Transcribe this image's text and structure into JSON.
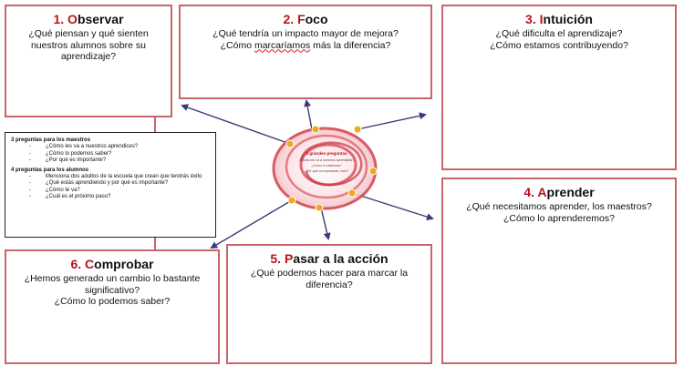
{
  "boxes": {
    "observar": {
      "number": "1.",
      "first": "O",
      "rest": "bservar",
      "lines": [
        "¿Qué piensan y qué sienten",
        "nuestros alumnos sobre su",
        "aprendizaje?"
      ]
    },
    "foco": {
      "number": "2.",
      "first": "F",
      "rest": "oco",
      "line1": "¿Qué tendría un impacto mayor de mejora?",
      "line2_pre": "¿Cómo ",
      "line2_mark": "marcaríamos",
      "line2_post": " más la diferencia?"
    },
    "intuicion": {
      "number": "3.",
      "first": "I",
      "rest": "ntuición",
      "lines": [
        "¿Qué dificulta el aprendizaje?",
        "¿Cómo estamos contribuyendo?"
      ]
    },
    "aprender": {
      "number": "4.",
      "first": "A",
      "rest": "prender",
      "lines": [
        "¿Qué necesitamos aprender, los maestros?",
        "¿Cómo lo aprenderemos?"
      ]
    },
    "accion": {
      "number": "5.",
      "first": "P",
      "rest": "asar a la acción",
      "lines": [
        "¿Qué podemos hacer para marcar la",
        "diferencia?"
      ]
    },
    "comprobar": {
      "number": "6.",
      "first": "C",
      "rest": "omprobar",
      "lines": [
        "¿Hemos generado un cambio lo bastante",
        "significativo?",
        "¿Cómo lo podemos saber?"
      ]
    }
  },
  "questions": {
    "teachers_heading": "3 preguntas para los maestros",
    "teachers": [
      "¿Cómo les va a nuestros aprendices?",
      "¿Cómo lo podemos saber?",
      "¿Por qué es importante?"
    ],
    "students_heading": "4 preguntas para los alumnos",
    "students": [
      "Menciona dos adultos de la escuela que crean que tendrás éxito",
      "¿Qué estás aprendiendo y por qué es importante?",
      "¿Cómo te va?",
      "¿Cuál es el próximo paso?"
    ]
  },
  "center": {
    "title": "3 grandes preguntas",
    "lines": [
      "¿Cómo les va a nuestros aprendices?",
      "¿Cómo lo sabemos?",
      "¿Por qué es importante, esto?"
    ]
  },
  "colors": {
    "accent": "#b8131b",
    "border": "#c9646b",
    "arrow": "#3b3a78",
    "node": "#f2a81d"
  }
}
